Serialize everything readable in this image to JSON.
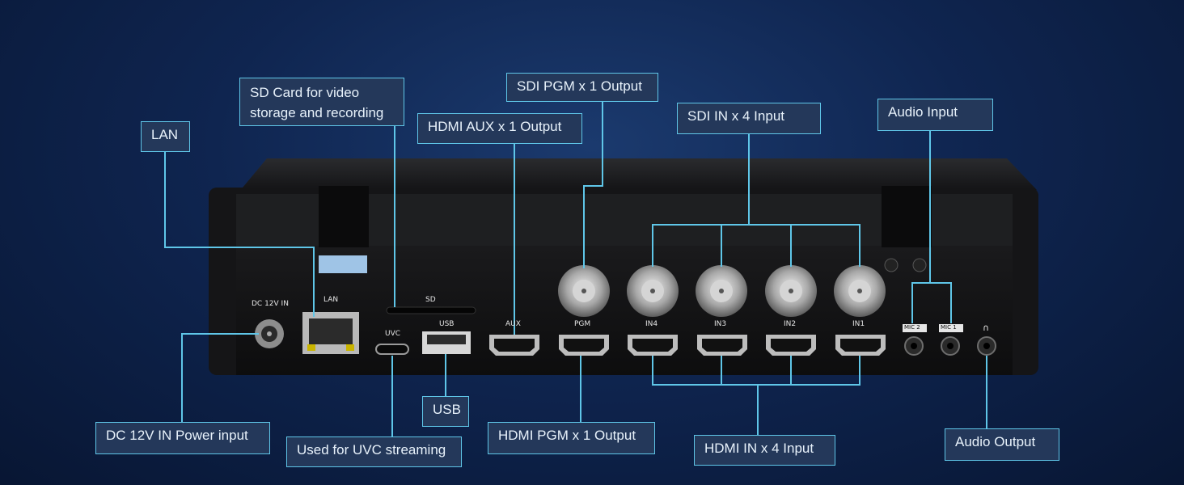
{
  "callouts": {
    "sd_card_line1": "SD Card for video",
    "sd_card_line2": "storage and recording",
    "lan": "LAN",
    "hdmi_aux": "HDMI AUX x 1 Output",
    "sdi_pgm": "SDI PGM x 1 Output",
    "sdi_in": "SDI IN x 4 Input",
    "audio_input": "Audio Input",
    "dc_power": "DC 12V IN Power input",
    "uvc": "Used for UVC streaming",
    "usb": "USB",
    "hdmi_pgm": "HDMI PGM x 1 Output",
    "hdmi_in": "HDMI IN x 4 Input",
    "audio_output": "Audio Output"
  },
  "port_labels": {
    "dc": "DC 12V IN",
    "lan": "LAN",
    "sd": "SD",
    "uvc": "UVC",
    "usb": "USB",
    "aux": "AUX",
    "pgm": "PGM",
    "in4": "IN4",
    "in3": "IN3",
    "in2": "IN2",
    "in1": "IN1",
    "mic2": "MIC 2",
    "mic1": "MIC 1",
    "headphone": "∩"
  },
  "colors": {
    "accent": "#5fc6e8",
    "callout_bg": "#24385a",
    "device": "#1c1c1e"
  }
}
